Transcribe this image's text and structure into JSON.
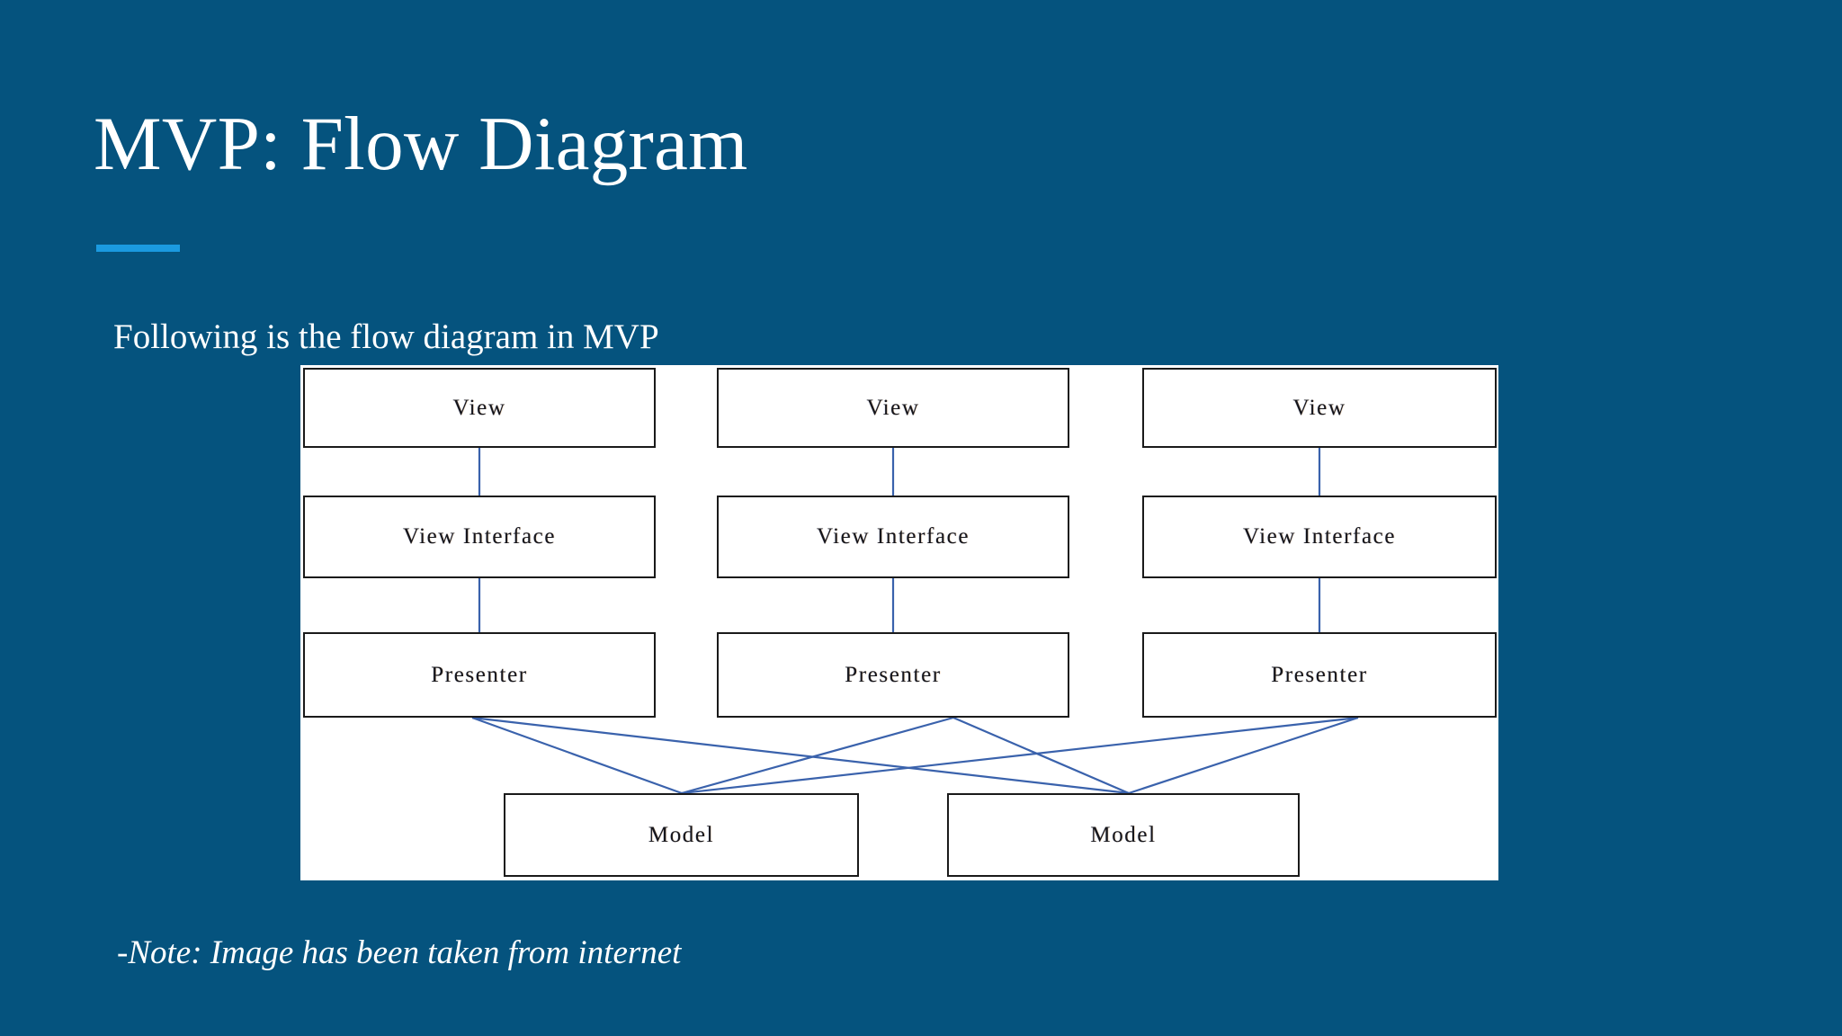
{
  "slide": {
    "title": "MVP: Flow Diagram",
    "subtitle": "Following is the flow diagram in MVP",
    "note": "-Note: Image has been taken from internet",
    "background_color": "#05537e",
    "accent_color": "#1b9ae0",
    "text_color": "#ffffff"
  },
  "diagram": {
    "background_color": "#ffffff",
    "box_border_color": "#1a1a1a",
    "connector_color": "#3a62ac",
    "columns": [
      {
        "view": "View",
        "view_interface": "View Interface",
        "presenter": "Presenter"
      },
      {
        "view": "View",
        "view_interface": "View Interface",
        "presenter": "Presenter"
      },
      {
        "view": "View",
        "view_interface": "View Interface",
        "presenter": "Presenter"
      }
    ],
    "models": [
      {
        "label": "Model"
      },
      {
        "label": "Model"
      }
    ]
  }
}
